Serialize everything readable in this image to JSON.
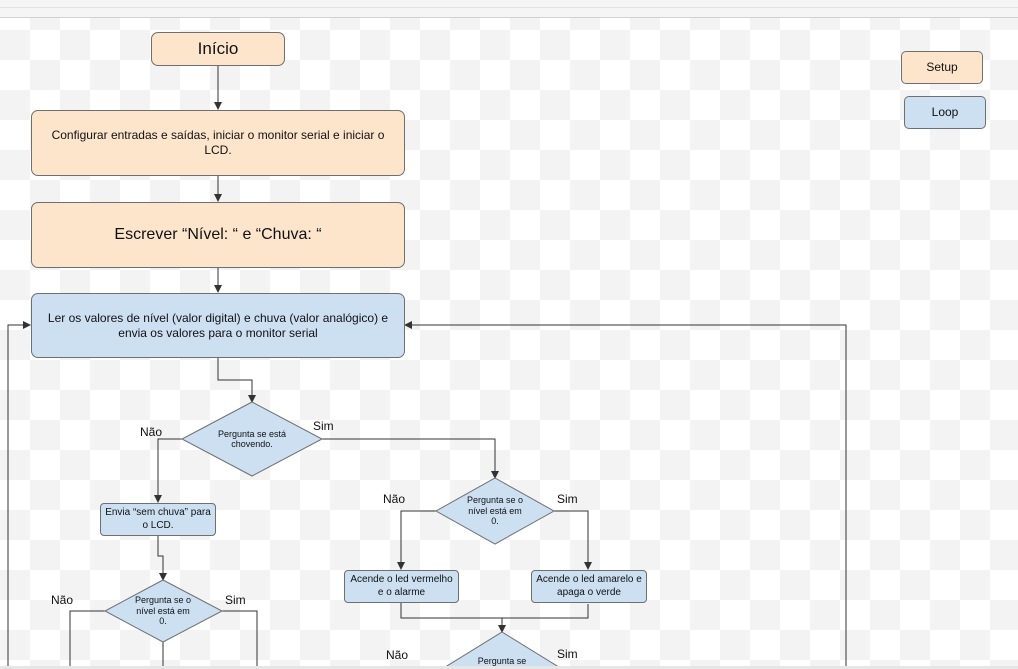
{
  "legend": {
    "setup": "Setup",
    "loop": "Loop"
  },
  "nodes": {
    "inicio": "Início",
    "configurar": "Configurar entradas e saídas, iniciar o monitor serial e iniciar o LCD.",
    "escrever": "Escrever “Nível: “ e “Chuva: “",
    "ler": "Ler os valores de nível (valor digital) e chuva (valor analógico) e envia os valores para o monitor serial",
    "chovendo": "Pergunta se está chovendo.",
    "sem_chuva": "Envia “sem chuva” para o LCD.",
    "nivel_esq": "Pergunta se o nível está em 0.",
    "nivel_dir": "Pergunta se o nível está em 0.",
    "vermelho": "Acende o led vermelho e o alarme",
    "amarelo": "Acende o led amarelo e apaga o verde",
    "pergunta_baixo": "Pergunta se"
  },
  "edge_labels": {
    "nao_1": "Não",
    "sim_1": "Sim",
    "nao_2": "Não",
    "sim_2": "Sim",
    "nao_3": "Não",
    "sim_3": "Sim",
    "nao_4": "Não",
    "sim_4": "Sim"
  },
  "colors": {
    "setup_fill": "#fde5cc",
    "loop_fill": "#cce0f2",
    "stroke": "#6f6f6f",
    "edge": "#333333"
  }
}
